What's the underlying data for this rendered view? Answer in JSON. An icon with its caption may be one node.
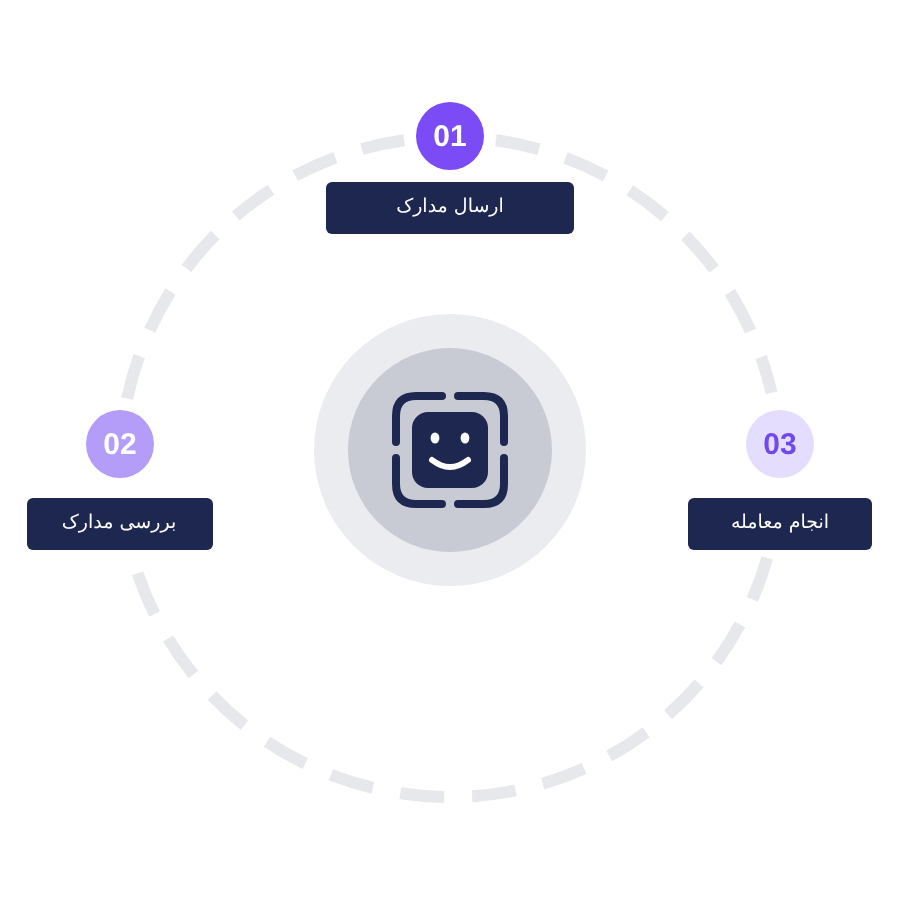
{
  "diagram": {
    "nodes": [
      {
        "text": [
          "01"
        ]
      },
      {
        "text": [
          "ارسال مدارک"
        ]
      },
      {
        "text": [
          "02"
        ]
      },
      {
        "text": [
          "بررسی مدارک"
        ]
      },
      {
        "text": [
          "03"
        ]
      },
      {
        "text": [
          "انجام معامله"
        ]
      }
    ],
    "edges": [
      {
        "from": 0,
        "to": 4,
        "arrow": "none",
        "style": "dashed"
      },
      {
        "from": 5,
        "to": 3,
        "arrow": "none",
        "style": "dashed"
      },
      {
        "from": 2,
        "to": 0,
        "arrow": "none",
        "style": "dashed"
      }
    ]
  }
}
